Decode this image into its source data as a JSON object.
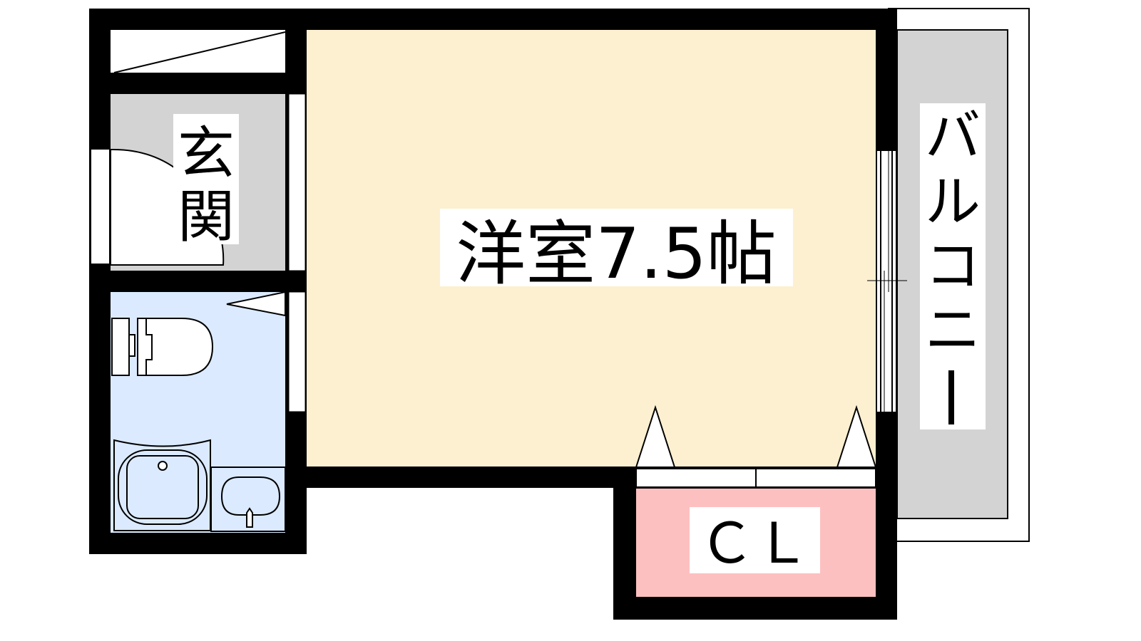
{
  "floorplan": {
    "rooms": {
      "western_room": "洋室7.5帖",
      "entrance_1": "玄",
      "entrance_2": "関",
      "closet": "ＣＬ",
      "balcony": [
        "バ",
        "ル",
        "コ",
        "ニ",
        "ー"
      ]
    },
    "colors": {
      "wall": "#000000",
      "western_room": "#fdf0d0",
      "entrance": "#d3d3d3",
      "bathroom": "#dbeafe",
      "closet": "#fdc0c0",
      "balcony": "#d3d3d3"
    }
  }
}
